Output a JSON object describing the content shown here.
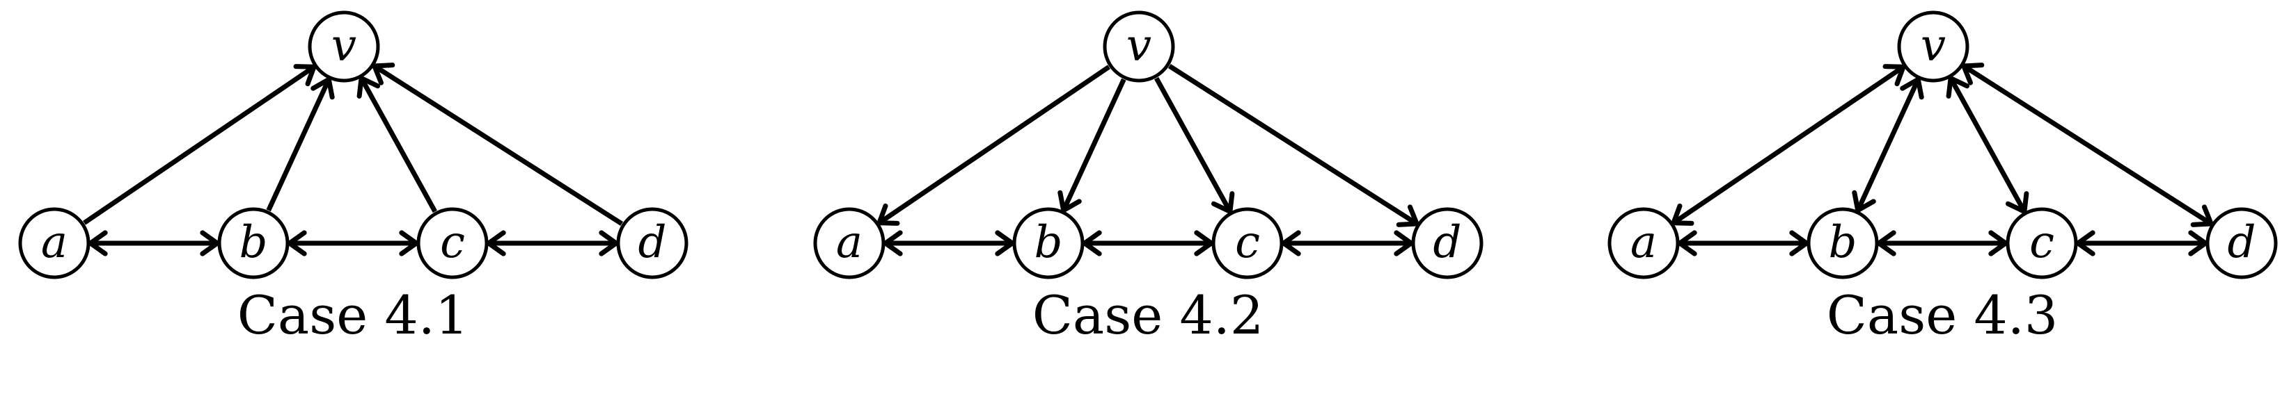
{
  "colors": {
    "stroke": "#000000",
    "background": "#ffffff"
  },
  "diagrams": [
    {
      "caption": "Case 4.1",
      "nodes": {
        "v": "v",
        "a": "a",
        "b": "b",
        "c": "c",
        "d": "d"
      },
      "edges": [
        {
          "from": "a",
          "to": "v",
          "arrow_end": true,
          "arrow_start": false
        },
        {
          "from": "b",
          "to": "v",
          "arrow_end": true,
          "arrow_start": false
        },
        {
          "from": "c",
          "to": "v",
          "arrow_end": true,
          "arrow_start": false
        },
        {
          "from": "d",
          "to": "v",
          "arrow_end": true,
          "arrow_start": false
        },
        {
          "from": "a",
          "to": "b",
          "arrow_end": true,
          "arrow_start": true
        },
        {
          "from": "b",
          "to": "c",
          "arrow_end": true,
          "arrow_start": true
        },
        {
          "from": "c",
          "to": "d",
          "arrow_end": true,
          "arrow_start": true
        }
      ]
    },
    {
      "caption": "Case 4.2",
      "nodes": {
        "v": "v",
        "a": "a",
        "b": "b",
        "c": "c",
        "d": "d"
      },
      "edges": [
        {
          "from": "v",
          "to": "a",
          "arrow_end": true,
          "arrow_start": false
        },
        {
          "from": "v",
          "to": "b",
          "arrow_end": true,
          "arrow_start": false
        },
        {
          "from": "v",
          "to": "c",
          "arrow_end": true,
          "arrow_start": false
        },
        {
          "from": "v",
          "to": "d",
          "arrow_end": true,
          "arrow_start": false
        },
        {
          "from": "a",
          "to": "b",
          "arrow_end": true,
          "arrow_start": true
        },
        {
          "from": "b",
          "to": "c",
          "arrow_end": true,
          "arrow_start": true
        },
        {
          "from": "c",
          "to": "d",
          "arrow_end": true,
          "arrow_start": true
        }
      ]
    },
    {
      "caption": "Case 4.3",
      "nodes": {
        "v": "v",
        "a": "a",
        "b": "b",
        "c": "c",
        "d": "d"
      },
      "edges": [
        {
          "from": "v",
          "to": "a",
          "arrow_end": true,
          "arrow_start": true
        },
        {
          "from": "v",
          "to": "b",
          "arrow_end": true,
          "arrow_start": true
        },
        {
          "from": "v",
          "to": "c",
          "arrow_end": true,
          "arrow_start": true
        },
        {
          "from": "v",
          "to": "d",
          "arrow_end": true,
          "arrow_start": true
        },
        {
          "from": "a",
          "to": "b",
          "arrow_end": true,
          "arrow_start": true
        },
        {
          "from": "b",
          "to": "c",
          "arrow_end": true,
          "arrow_start": true
        },
        {
          "from": "c",
          "to": "d",
          "arrow_end": true,
          "arrow_start": true
        }
      ]
    }
  ]
}
